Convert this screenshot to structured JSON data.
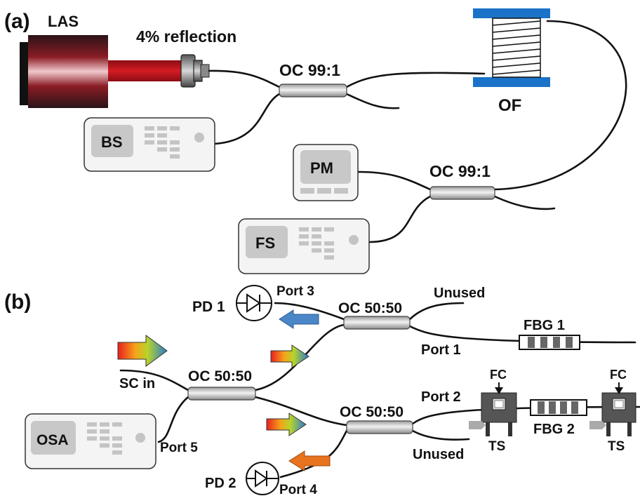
{
  "panel_a": {
    "panel_label": "(a)",
    "laser_label": "LAS",
    "reflection_label": "4% reflection",
    "coupler_1_label": "OC 99:1",
    "coupler_2_label": "OC 99:1",
    "fiber_spool_label": "OF",
    "bs_label": "BS",
    "pm_label": "PM",
    "fs_label": "FS"
  },
  "panel_b": {
    "panel_label": "(b)",
    "pd1_label": "PD 1",
    "pd2_label": "PD 2",
    "port_1": "Port 1",
    "port_2": "Port 2",
    "port_3": "Port 3",
    "port_4": "Port 4",
    "port_5": "Port 5",
    "coupler_top_label": "OC 50:50",
    "coupler_mid_label": "OC 50:50",
    "coupler_bot_label": "OC 50:50",
    "unused_top": "Unused",
    "unused_bot": "Unused",
    "fbg1_label": "FBG 1",
    "fbg2_label": "FBG 2",
    "sc_in_label": "SC in",
    "osa_label": "OSA",
    "fc_left_label": "FC",
    "fc_right_label": "FC",
    "ts_left_label": "TS",
    "ts_right_label": "TS"
  },
  "colors": {
    "laser_beam": "#c0141e",
    "spool_plate": "#1a73c8",
    "arrow_blue": "#4a86c8",
    "arrow_orange": "#e8731e"
  }
}
